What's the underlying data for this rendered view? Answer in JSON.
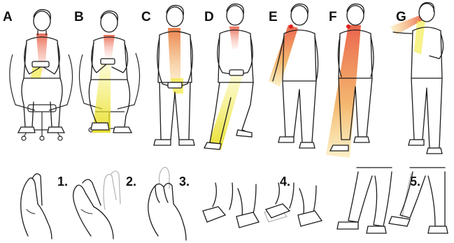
{
  "panel_labels": [
    "A",
    "B",
    "C",
    "D",
    "E",
    "F",
    "G"
  ],
  "gesture_labels": [
    "1.",
    "2.",
    "3.",
    "4.",
    "5."
  ],
  "colors": {
    "yellow_beam": "#f2ea3a",
    "orange_beam": "#f0a040",
    "red_beam": "#e8533a",
    "sensor_dot": "#e02020"
  }
}
